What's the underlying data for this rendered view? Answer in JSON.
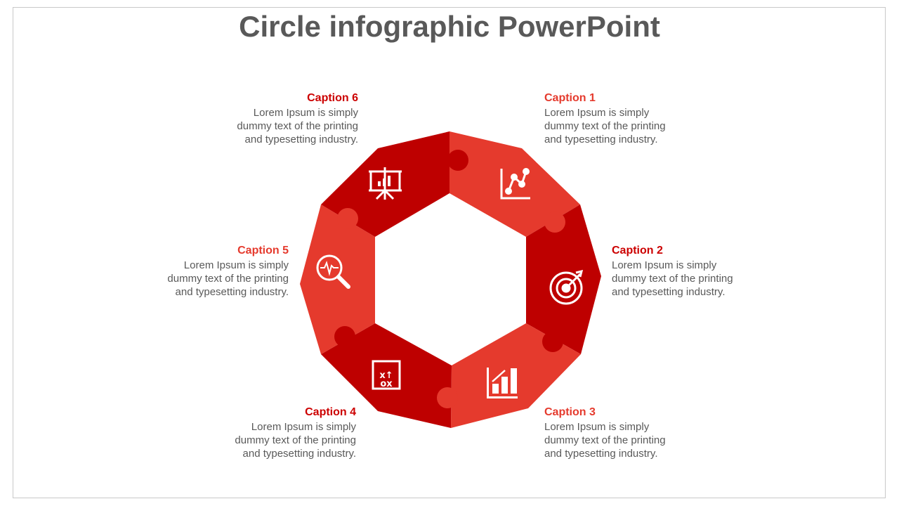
{
  "title": "Circle infographic PowerPoint",
  "colors": {
    "light": "#E53A2D",
    "dark": "#BE0000",
    "text": "#595959"
  },
  "captions": [
    {
      "title": "Caption 1",
      "body": [
        "Lorem Ipsum  is simply",
        "dummy  text  of the  printing",
        "and typesetting  industry."
      ],
      "icon": "line-chart-icon"
    },
    {
      "title": "Caption 2",
      "body": [
        "Lorem Ipsum  is simply",
        "dummy  text  of the  printing",
        "and typesetting  industry."
      ],
      "icon": "target-icon"
    },
    {
      "title": "Caption 3",
      "body": [
        "Lorem Ipsum  is simply",
        "dummy  text  of the  printing",
        "and typesetting  industry."
      ],
      "icon": "bar-chart-growth-icon"
    },
    {
      "title": "Caption 4",
      "body": [
        "Lorem Ipsum  is simply",
        "dummy  text  of the  printing",
        "and typesetting  industry."
      ],
      "icon": "strategy-board-icon"
    },
    {
      "title": "Caption 5",
      "body": [
        "Lorem Ipsum  is simply",
        "dummy  text  of the  printing",
        "and typesetting  industry."
      ],
      "icon": "magnifier-pulse-icon"
    },
    {
      "title": "Caption 6",
      "body": [
        "Lorem Ipsum  is simply",
        "dummy  text  of the  printing",
        "and typesetting  industry."
      ],
      "icon": "presentation-board-icon"
    }
  ]
}
